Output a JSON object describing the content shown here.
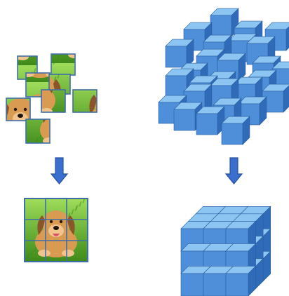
{
  "colors": {
    "background": "#ffffff",
    "grass_light": "#9fdc5a",
    "grass_dark": "#3e8a1a",
    "dog_fur": "#d99a52",
    "dog_fur_light": "#f0c48c",
    "dog_ear": "#8a5528",
    "tile_border": "#3f6fa8",
    "arrow_fill": "#3a6fcf",
    "arrow_stroke": "#274f9b",
    "cube_top": "#8cc4f2",
    "cube_left": "#4f8fd9",
    "cube_right": "#2f6bb8",
    "cube_edge": "#2a5f9f"
  },
  "left_panel": {
    "scattered_tiles": 8,
    "assembled_grid": [
      3,
      3
    ],
    "subject": "dog-photo"
  },
  "right_panel": {
    "scattered_cubes": 27,
    "assembled_cube": [
      3,
      3,
      3
    ]
  }
}
